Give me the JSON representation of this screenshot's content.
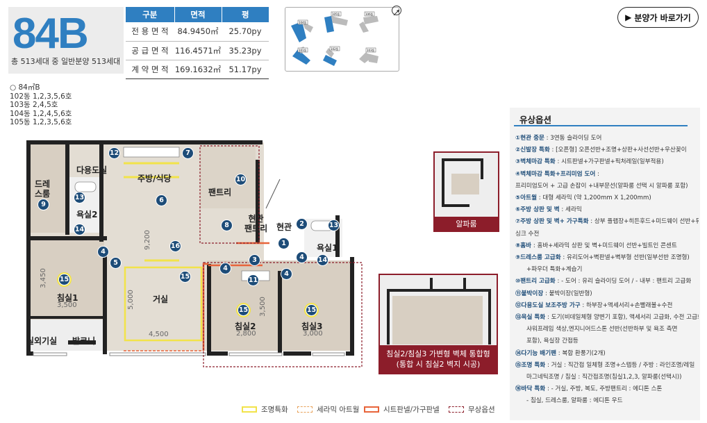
{
  "header": {
    "type_label": "84B",
    "type_sub": "총 513세대 중 일반분양 513세대",
    "area_table": {
      "headers": [
        "구분",
        "면적",
        "평"
      ],
      "rows": [
        [
          "전 용 면 적",
          "84.9450㎡",
          "25.70py"
        ],
        [
          "공 급 면 적",
          "116.4571㎡",
          "35.23py"
        ],
        [
          "계 약 면 적",
          "169.1632㎡",
          "51.17py"
        ]
      ]
    },
    "keyplan_labels": [
      "104동",
      "105동",
      "106동",
      "101동",
      "102동",
      "103동"
    ],
    "cta_label": "분양가 바로가기",
    "cta_icon": "play-triangle-icon"
  },
  "units": {
    "title": "○ 84㎡B",
    "lines": [
      "102동 1,2,3,5,6호",
      "103동 2,4,5호",
      "104동 1,2,4,5,6호",
      "105동 1,2,3,5,6호"
    ]
  },
  "plan": {
    "rooms": {
      "dress": "드레\n스룸",
      "utility": "다용도실",
      "kitchen": "주방/식당",
      "pantry": "팬트리",
      "entry_pantry": "현관\n팬트리",
      "entry": "현관",
      "bath2": "욕실2",
      "bath1": "욕실1",
      "living": "거실",
      "bed1": "침실1",
      "bed2": "침실2",
      "bed3": "침실3",
      "outdoor": "실외기실",
      "balcony": "발코니"
    },
    "dims": {
      "living_h": "9,200",
      "bed1_h": "3,450",
      "bed1_w": "3,500",
      "living_w": "4,500",
      "living_h2": "5,000",
      "bed23_h": "3,500",
      "bed2_w": "2,800",
      "bed3_w": "3,000"
    },
    "badges": [
      "1",
      "2",
      "3",
      "4",
      "5",
      "6",
      "7",
      "8",
      "9",
      "10",
      "11",
      "12",
      "13",
      "14",
      "15",
      "16"
    ]
  },
  "insets": {
    "alpha_room": "알파룸",
    "merge_caption": [
      "침실2/침실3 가변형 벽체 통합형",
      "(통합 시 침실2 벽지 시공)"
    ]
  },
  "options": {
    "title": "유상옵션",
    "items": [
      {
        "head": "①현관 중문",
        "body": " : 3연동 슬라이딩 도어"
      },
      {
        "head": "②신발장 특화",
        "body": " : [오픈형] 오픈선반+조명+상판+사선선반+우산꽂이"
      },
      {
        "head": "③벽체마감 특화",
        "body": " : 시트판넬+가구판넬+픽처레일(일부적용)"
      },
      {
        "head": "④벽체마감 특화+프리미엄 도어",
        "body": " :"
      },
      {
        "head": "",
        "body": "프리미엄도어 + 고급 손잡이 +내부문선(알파룸 선택 시 알파룸 포함)"
      },
      {
        "head": "⑤아트월",
        "body": " : 대형 세라믹 (약 1,200mm X 1,200mm)"
      },
      {
        "head": "⑥주방 상판 및 벽",
        "body": " : 세라믹"
      },
      {
        "head": "⑦주방 상판 및 벽+ 가구특화",
        "body": " : 상부 플랩장+히든후드+미드웨이 선반+듀얼"
      },
      {
        "head": "",
        "body": "싱크 수전"
      },
      {
        "head": "⑧홈바",
        "body": " : 홈바+세라믹 상판 및 벽+미드웨이 선반+빌트인 콘센트"
      },
      {
        "head": "⑨드레스룸 고급화",
        "body": " : 유리도어+벽판넬+벽부형 선반(일부선반 조명형)"
      },
      {
        "head": "",
        "body": "+파우더 특화+계습기",
        "indent": true
      },
      {
        "head": "⑩팬트리 고급화",
        "body": " : - 도어 : 유리 슬라이딩 도어 / - 내부 : 팬트리 고급화"
      },
      {
        "head": "⑪붙박이장",
        "body": " : 붙박이장(일반형)"
      },
      {
        "head": "⑫다용도실 보조주방 가구",
        "body": " : 하부장+액세서리+손빨래볼+수전"
      },
      {
        "head": "⑬욕실 특화",
        "body": " : 도기(비데일체형 양변기 포함), 액세서리 고급화, 수전 고급화,"
      },
      {
        "head": "",
        "body": "샤워프레임 색상,엔지니어드스톤 선반(선반하부 및 욕조 측면",
        "indent": true
      },
      {
        "head": "",
        "body": "포함), 욕실장 간접등",
        "indent": true
      },
      {
        "head": "⑭다기능 배기팬",
        "body": " : 복합 환풍기(2개)"
      },
      {
        "head": "⑮조명 특화",
        "body": " : 거실 : 직간접 일체형 조명+스텝등 / 주방 : 라인조명/레일"
      },
      {
        "head": "",
        "body": "마그네틱조명 / 침실 : 직간접조명(침실1,2,3, 알파룸(선택시))",
        "indent": true
      },
      {
        "head": "⑯바닥 특화",
        "body": " : - 거실, 주방, 복도, 주방팬트리 : 에디톤 스톤"
      },
      {
        "head": "",
        "body": "- 침실, 드레스룸, 알파룸 : 에디톤 우드",
        "indent": true
      }
    ]
  },
  "legend": [
    {
      "label": "조명특화",
      "color": "#f2e34a",
      "style": "solid"
    },
    {
      "label": "세라믹 아트월",
      "color": "#e8a25a",
      "style": "dashed"
    },
    {
      "label": "시트판넬/가구판넬",
      "color": "#e8643a",
      "style": "solid"
    },
    {
      "label": "무상옵션",
      "color": "#8c1d2a",
      "style": "dashed"
    }
  ],
  "colors": {
    "accent": "#2f7fc1",
    "navy": "#1d4c78",
    "option_border": "#8c1d2a"
  }
}
